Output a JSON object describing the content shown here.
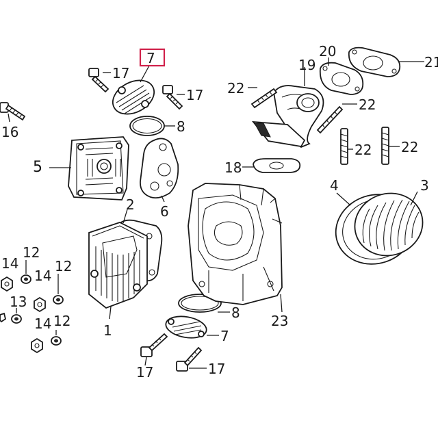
{
  "callouts": {
    "c1": "1",
    "c2": "2",
    "c3": "3",
    "c4": "4",
    "c5": "5",
    "c6": "6",
    "c7_top": "7",
    "c7_bottom": "7",
    "c8_top": "8",
    "c8_bottom": "8",
    "c12_a": "12",
    "c12_b": "12",
    "c12_c": "12",
    "c13": "13",
    "c14_a": "14",
    "c14_b": "14",
    "c14_c": "14",
    "c16": "16",
    "c17_tl": "17",
    "c17_tr": "17",
    "c17_bl": "17",
    "c17_br": "17",
    "c18": "18",
    "c19": "19",
    "c20": "20",
    "c21": "21",
    "c22_a": "22",
    "c22_b": "22",
    "c22_c": "22",
    "c22_d": "22",
    "c23": "23"
  },
  "highlight_color": "#d0204a"
}
